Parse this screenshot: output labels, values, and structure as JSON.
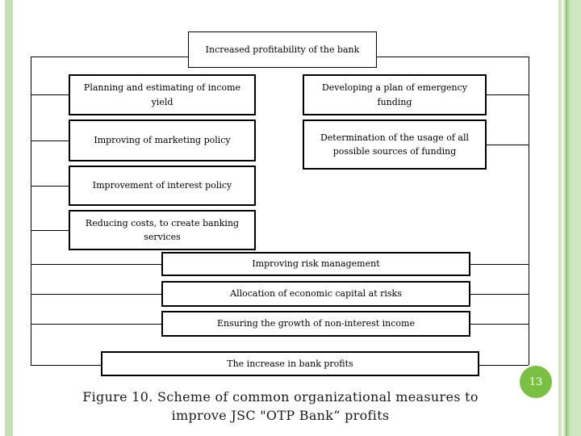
{
  "diagram": {
    "top_box": "Increased profitability of the bank",
    "left_boxes": [
      "Planning and estimating of income yield",
      "Improving of marketing policy",
      "Improvement of interest policy",
      "Reducing costs, to create banking services"
    ],
    "right_boxes": [
      "Developing a plan of emergency funding",
      "Determination of the usage of all possible sources of funding"
    ],
    "center_boxes": [
      "Improving risk management",
      "Allocation of economic capital at risks",
      "Ensuring the growth of non-interest income"
    ],
    "bottom_box": "The increase in bank profits"
  },
  "footer": {
    "page_number": "13",
    "caption_line1": "Figure 10. Scheme of common organizational measures to",
    "caption_line2": "improve JSC \"OTP Bank“ profits"
  },
  "colors": {
    "accent_green": "#7ac143",
    "left_stripe": "#c6e0b4",
    "stripe_light": "#cfe7c1",
    "stripe_dark": "#8cc661",
    "stripe_medium": "#b7dda1",
    "line": "#000000"
  }
}
